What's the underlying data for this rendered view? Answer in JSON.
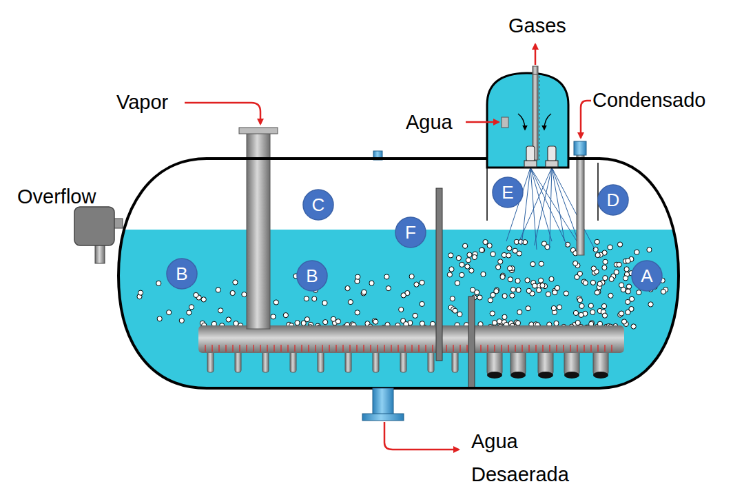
{
  "diagram": {
    "nodes": [
      {
        "text": [
          "C"
        ]
      },
      {
        "text": [
          "F"
        ]
      },
      {
        "text": [
          "E"
        ]
      },
      {
        "text": [
          "D"
        ]
      },
      {
        "text": [
          "B"
        ]
      },
      {
        "text": [
          "B"
        ]
      },
      {
        "text": [
          "A"
        ]
      }
    ],
    "labels": [
      "Gases",
      "Agua",
      "Condensado",
      "Vapor",
      "Overflow",
      "Agua Desaerada"
    ]
  }
}
